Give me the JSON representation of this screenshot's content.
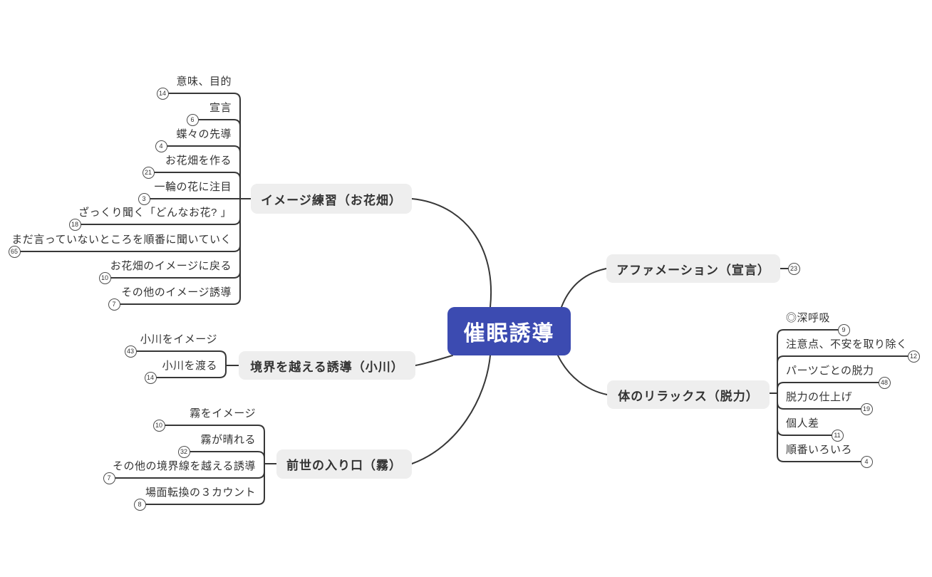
{
  "root": {
    "label": "催眠誘導"
  },
  "colors": {
    "central_bg": "#3c4bb1",
    "central_text": "#ffffff",
    "topic_bg": "#eeeeee",
    "line": "#373737",
    "text": "#333333"
  },
  "branches": [
    {
      "label": "イメージ練習（お花畑）",
      "children": [
        {
          "label": "意味、目的",
          "badge": "14"
        },
        {
          "label": "宣言",
          "badge": "6"
        },
        {
          "label": "蝶々の先導",
          "badge": "4"
        },
        {
          "label": "お花畑を作る",
          "badge": "21"
        },
        {
          "label": "一輪の花に注目",
          "badge": "3"
        },
        {
          "label": "ざっくり聞く「どんなお花? 」",
          "badge": "18"
        },
        {
          "label": "まだ言っていないところを順番に聞いていく",
          "badge": "65"
        },
        {
          "label": "お花畑のイメージに戻る",
          "badge": "10"
        },
        {
          "label": "その他のイメージ誘導",
          "badge": "7"
        }
      ]
    },
    {
      "label": "アファメーション（宣言）",
      "badge": "23",
      "children": []
    },
    {
      "label": "境界を越える誘導（小川）",
      "children": [
        {
          "label": "小川をイメージ",
          "badge": "43"
        },
        {
          "label": "小川を渡る",
          "badge": "14"
        }
      ]
    },
    {
      "label": "前世の入り口（霧）",
      "children": [
        {
          "label": "霧をイメージ",
          "badge": "10"
        },
        {
          "label": "霧が晴れる",
          "badge": "32"
        },
        {
          "label": "その他の境界線を越える誘導",
          "badge": "7"
        },
        {
          "label": "場面転換の３カウント",
          "badge": "8"
        }
      ]
    },
    {
      "label": "体のリラックス（脱力）",
      "children": [
        {
          "label": "◎深呼吸",
          "badge": "9"
        },
        {
          "label": "注意点、不安を取り除く",
          "badge": "12"
        },
        {
          "label": "パーツごとの脱力",
          "badge": "48"
        },
        {
          "label": "脱力の仕上げ",
          "badge": "19"
        },
        {
          "label": "個人差",
          "badge": "11"
        },
        {
          "label": "順番いろいろ",
          "badge": "4"
        }
      ]
    }
  ]
}
